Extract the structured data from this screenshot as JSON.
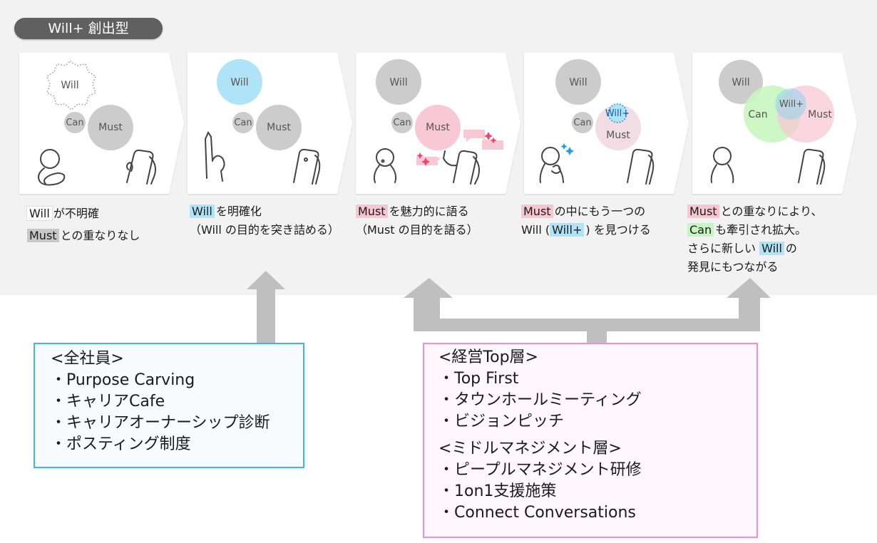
{
  "title": "Will+ 創出型",
  "colors": {
    "band_bg": "#f2f2f2",
    "gray_circle": "#cccccc",
    "will_blue": "#aee3f8",
    "must_pink": "#f8c8d4",
    "must_pale": "#f1dde3",
    "can_green": "#c8f7c0",
    "sparkle_pink": "#f0466e",
    "sparkle_blue": "#1ba0e8",
    "arrow_gray": "#bfbfbf",
    "box1_border": "#3fb5e8",
    "box2_border": "#f08fd3"
  },
  "stages": [
    {
      "circles": {
        "will": "Will",
        "can": "Can",
        "must": "Must"
      },
      "caption": [
        [
          {
            "text": "Will",
            "hl": "white"
          },
          {
            "text": "が不明確"
          }
        ],
        [
          {
            "text": "Must",
            "hl": "gray"
          },
          {
            "text": "との重なりなし"
          }
        ]
      ]
    },
    {
      "circles": {
        "will": "Will",
        "can": "Can",
        "must": "Must"
      },
      "caption": [
        [
          {
            "text": "Will",
            "hl": "blue"
          },
          {
            "text": "を明確化"
          }
        ],
        [
          {
            "text": "（Will の目的を突き詰める）"
          }
        ]
      ]
    },
    {
      "circles": {
        "will": "Will",
        "can": "Can",
        "must": "Must"
      },
      "caption": [
        [
          {
            "text": "Must",
            "hl": "pink"
          },
          {
            "text": "を魅力的に語る"
          }
        ],
        [
          {
            "text": "（Must の目的を語る）"
          }
        ]
      ]
    },
    {
      "circles": {
        "will": "Will",
        "can": "Can",
        "must": "Must",
        "willplus": "Will+"
      },
      "caption": [
        [
          {
            "text": "Must",
            "hl": "pink"
          },
          {
            "text": "の中にもう一つの"
          }
        ],
        [
          {
            "text": "Will ("
          },
          {
            "text": "Will+",
            "hl": "blue"
          },
          {
            "text": ") を見つける"
          }
        ]
      ]
    },
    {
      "circles": {
        "will": "Will",
        "can": "Can",
        "must": "Must",
        "willplus": "Will+"
      },
      "caption": [
        [
          {
            "text": "Must",
            "hl": "pink"
          },
          {
            "text": "との重なりにより、"
          }
        ],
        [
          {
            "text": "Can",
            "hl": "green"
          },
          {
            "text": "も牽引され拡大。"
          }
        ],
        [
          {
            "text": "さらに新しい "
          },
          {
            "text": "Will",
            "hl": "blue"
          },
          {
            "text": "の"
          }
        ],
        [
          {
            "text": "発見にもつながる"
          }
        ]
      ]
    }
  ],
  "box_all_employees": {
    "heading": "<全社員>",
    "items": [
      "・Purpose Carving",
      "・キャリアCafe",
      "・キャリアオーナーシップ診断",
      "・ポスティング制度"
    ]
  },
  "box_management": {
    "top_heading": "<経営Top層>",
    "top_items": [
      "・Top First",
      "・タウンホールミーティング",
      "・ビジョンピッチ"
    ],
    "middle_heading": "<ミドルマネジメント層>",
    "middle_items": [
      "・ピープルマネジメント研修",
      "・1on1支援施策",
      "・Connect Conversations"
    ]
  }
}
